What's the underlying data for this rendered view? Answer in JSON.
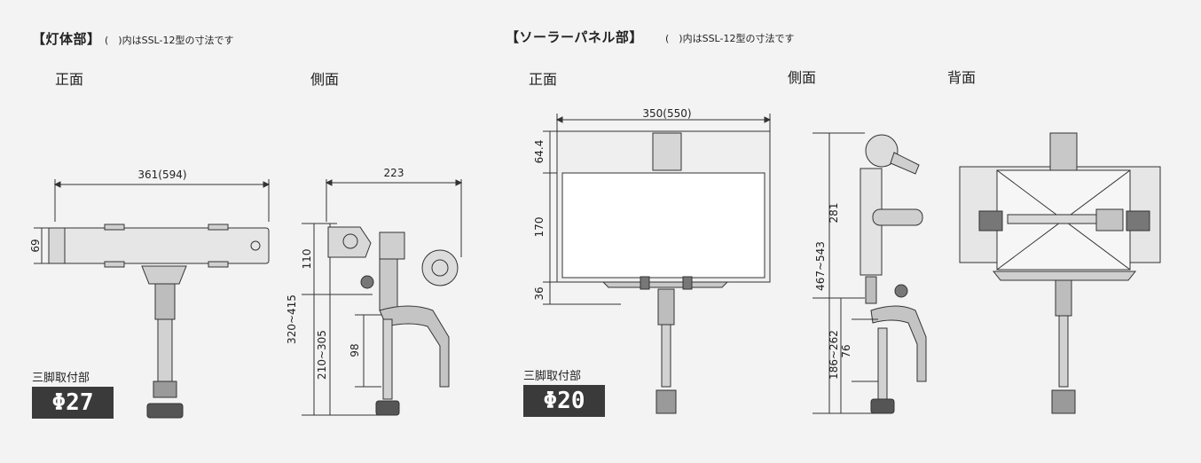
{
  "lamp": {
    "title": "【灯体部】",
    "note": "(　)内はSSL-12型の寸法です",
    "front_label": "正面",
    "side_label": "側面",
    "dims": {
      "width": "361(594)",
      "height": "69",
      "side_width": "223",
      "top_h": "110",
      "total_h": "320~415",
      "lower_h": "210~305",
      "clamp_h": "98"
    },
    "tripod_label": "三脚取付部",
    "tripod_value": "Φ27"
  },
  "solar": {
    "title": "【ソーラーパネル部】",
    "note": "(　)内はSSL-12型の寸法です",
    "front_label": "正面",
    "side_label": "側面",
    "back_label": "背面",
    "dims": {
      "width": "350(550)",
      "top_h": "64.4",
      "panel_h": "170",
      "bottom_h": "36",
      "total_h": "467~543",
      "upper_h": "281",
      "lower_h": "186~262",
      "clamp_h": "76"
    },
    "tripod_label": "三脚取付部",
    "tripod_value": "Φ20"
  }
}
